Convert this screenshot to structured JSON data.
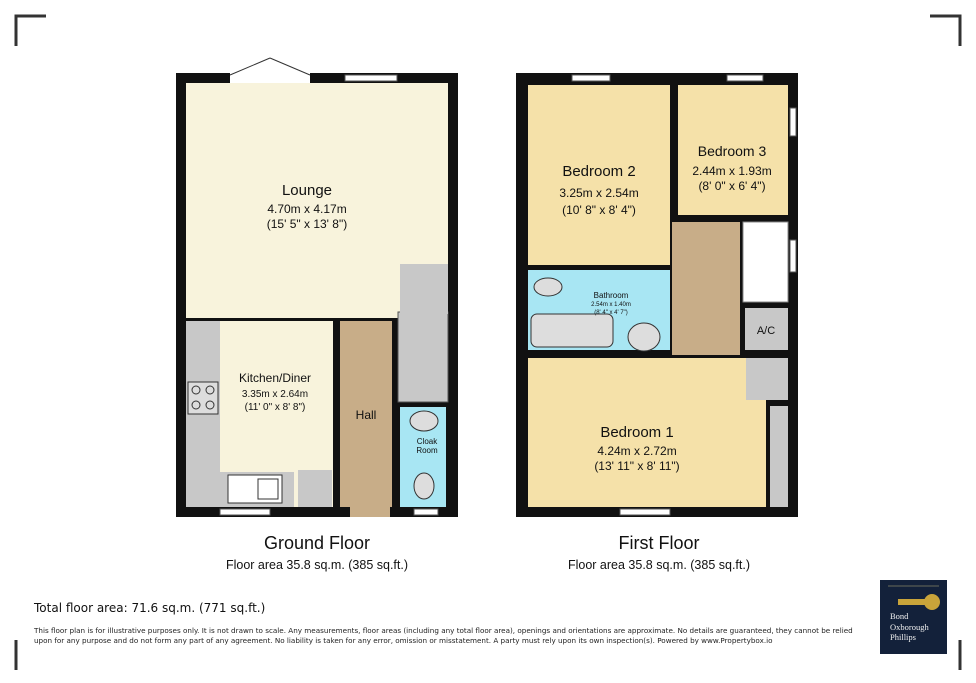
{
  "ground_floor": {
    "title": "Ground Floor",
    "area": "Floor area 35.8 sq.m. (385 sq.ft.)",
    "rooms": {
      "lounge": {
        "name": "Lounge",
        "metric": "4.70m x 4.17m",
        "imperial": "(15' 5\" x 13' 8\")"
      },
      "kitchen": {
        "name": "Kitchen/Diner",
        "metric": "3.35m x 2.64m",
        "imperial": "(11' 0\" x 8' 8\")"
      },
      "hall": {
        "name": "Hall"
      },
      "cloak": {
        "name1": "Cloak",
        "name2": "Room"
      }
    }
  },
  "first_floor": {
    "title": "First Floor",
    "area": "Floor area 35.8 sq.m. (385 sq.ft.)",
    "rooms": {
      "bedroom2": {
        "name": "Bedroom 2",
        "metric": "3.25m x 2.54m",
        "imperial": "(10' 8\" x 8' 4\")"
      },
      "bedroom3": {
        "name": "Bedroom 3",
        "metric": "2.44m x 1.93m",
        "imperial": "(8' 0\" x 6' 4\")"
      },
      "bathroom": {
        "name": "Bathroom",
        "metric": "2.54m x 1.40m",
        "imperial": "(8' 4\" x 4' 7\")"
      },
      "ac": {
        "name": "A/C"
      },
      "bedroom1": {
        "name": "Bedroom 1",
        "metric": "4.24m x 2.72m",
        "imperial": "(13' 11\" x 8' 11\")"
      }
    }
  },
  "total_area": "Total floor area: 71.6 sq.m. (771 sq.ft.)",
  "disclaimer": "This floor plan is for illustrative purposes only. It is not drawn to scale. Any measurements, floor areas (including any total floor area), openings and orientations are approximate. No details are guaranteed, they cannot be relied upon for any purpose and do not form any part of any agreement. No liability is taken for any error, omission or misstatement. A party must rely upon its own inspection(s). Powered by www.Propertybox.io",
  "logo": {
    "line1": "Bond",
    "line2": "Oxborough",
    "line3": "Phillips"
  },
  "colors": {
    "wall": "#111111",
    "living": "#f8f3dc",
    "bedroom": "#f5e1a9",
    "hall": "#c8ad88",
    "wet": "#a8e6f3",
    "fixture": "#c8c8c8"
  }
}
